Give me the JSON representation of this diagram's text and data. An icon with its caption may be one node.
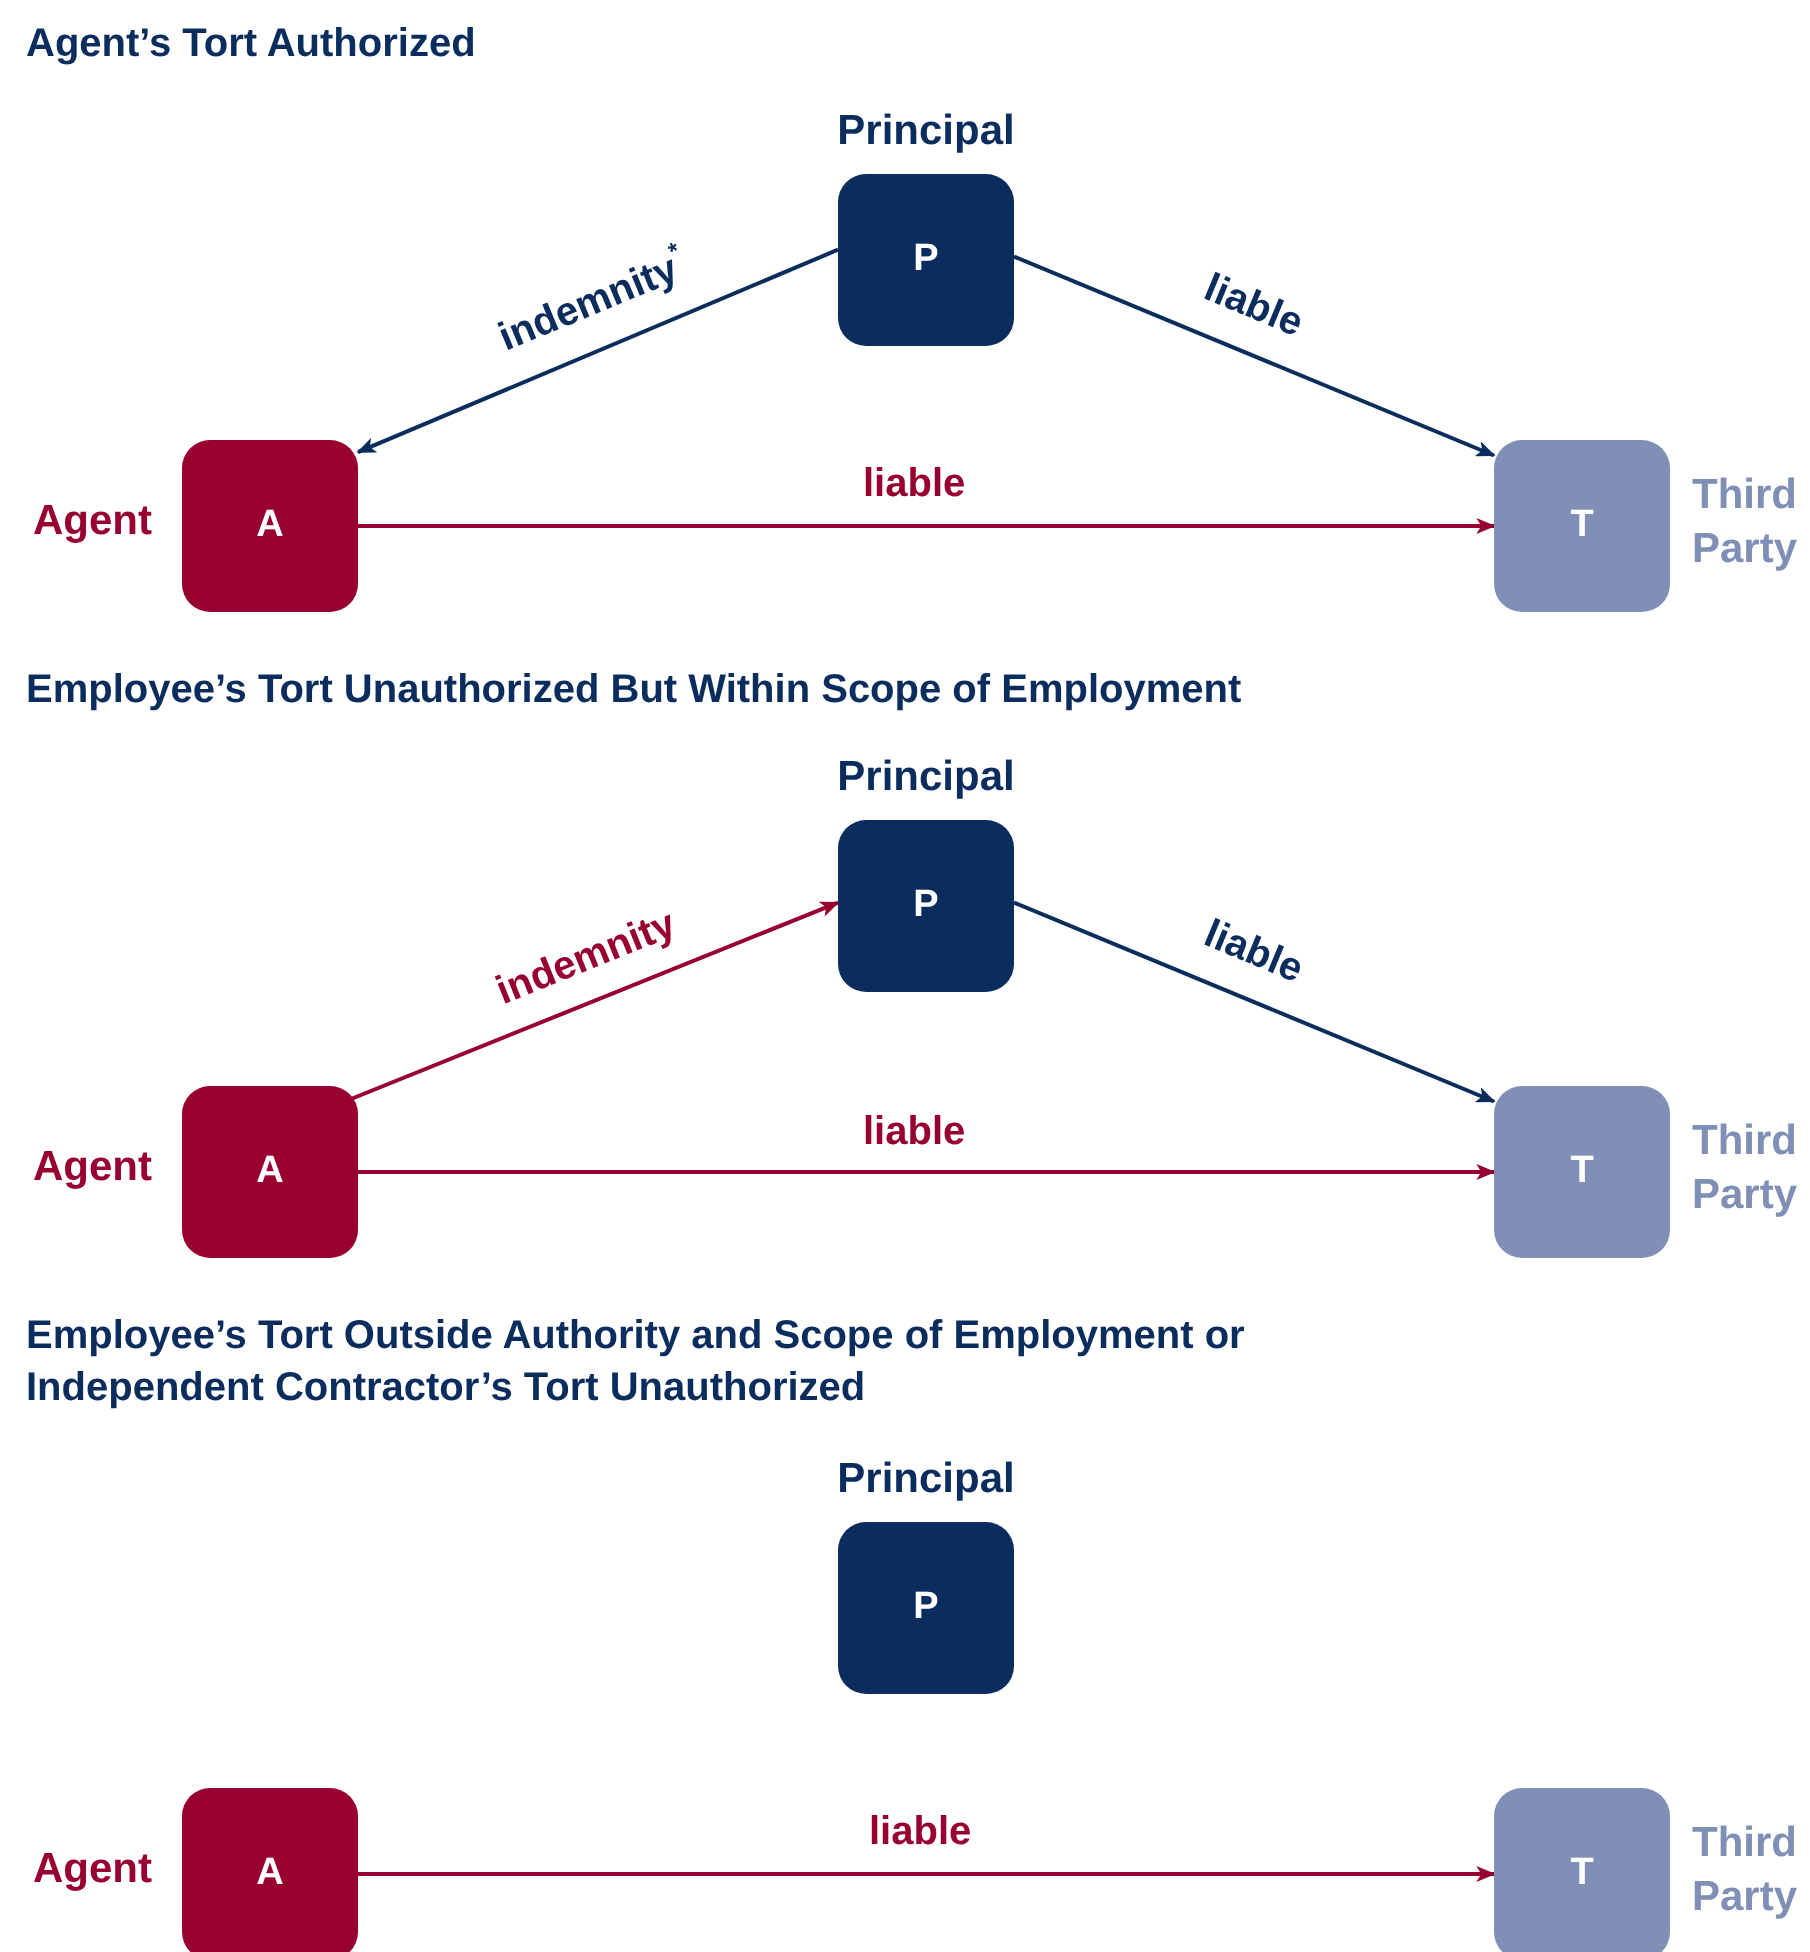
{
  "diagram": {
    "nodes": [
      {
        "text": [
          "P"
        ],
        "beside": [
          "Principal"
        ]
      },
      {
        "text": [
          "A"
        ],
        "beside": [
          "Agent"
        ]
      },
      {
        "text": [
          "T"
        ],
        "beside": [
          "Third Party"
        ]
      },
      {
        "text": [
          "P"
        ],
        "beside": [
          "Principal"
        ]
      },
      {
        "text": [
          "A"
        ],
        "beside": [
          "Agent"
        ]
      },
      {
        "text": [
          "T"
        ],
        "beside": [
          "Third Party"
        ]
      },
      {
        "text": [
          "P"
        ],
        "beside": [
          "Principal"
        ]
      },
      {
        "text": [
          "A"
        ],
        "beside": [
          "Agent"
        ]
      },
      {
        "text": [
          "T"
        ],
        "beside": [
          "Third Party"
        ]
      }
    ],
    "edges": [
      {
        "from": 0,
        "to": 1,
        "arrow": "to",
        "label": "indemnity$^{*}$",
        "color": "#0b2d5e"
      },
      {
        "from": 0,
        "to": 2,
        "arrow": "to",
        "label": "liable",
        "color": "#0b2d5e"
      },
      {
        "from": 1,
        "to": 2,
        "arrow": "to",
        "label": "liable"
      },
      {
        "from": 4,
        "to": 3,
        "arrow": "to",
        "label": "indemnity"
      },
      {
        "from": 3,
        "to": 5,
        "arrow": "to",
        "label": "liable",
        "color": "#0b2d5e"
      },
      {
        "from": 4,
        "to": 5,
        "arrow": "to",
        "label": "liable"
      },
      {
        "from": 7,
        "to": 8,
        "arrow": "to",
        "label": "liable"
      }
    ],
    "labels": [
      "Agent’s Tort Authorized",
      "Employee’s Tort Unauthorized But Within Scope of Employment",
      "Employee’s Tort Outside Authority and Scope of Employment or Independent Contractor’s Tort Unauthorized"
    ]
  }
}
